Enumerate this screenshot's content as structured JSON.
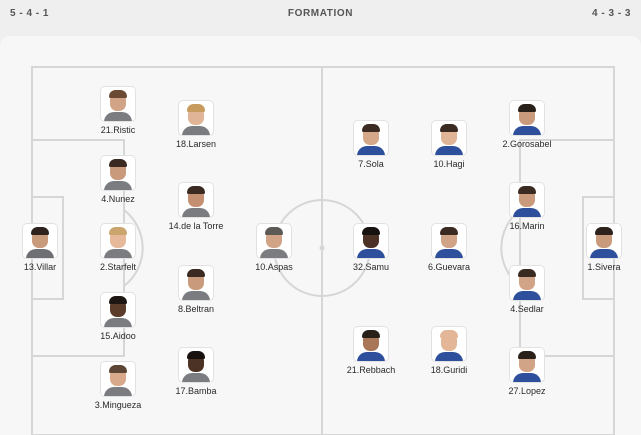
{
  "header": {
    "home_formation": "5 - 4 - 1",
    "title": "FORMATION",
    "away_formation": "4 - 3 - 3"
  },
  "home_players": [
    {
      "label": "21.Ristic",
      "skin": "#d2a487",
      "hair": "#6b4a34",
      "shirt": "#7a7c80"
    },
    {
      "label": "18.Larsen",
      "skin": "#e0b597",
      "hair": "#c79b5d",
      "shirt": "#7a7c80"
    },
    {
      "label": "4.Nunez",
      "skin": "#c99a7c",
      "hair": "#3a2a21",
      "shirt": "#7a7c80"
    },
    {
      "label": "14.de la Torre",
      "skin": "#c48f70",
      "hair": "#3b2a21",
      "shirt": "#7a7c80"
    },
    {
      "label": "13.Villar",
      "skin": "#c99a7c",
      "hair": "#2e231c",
      "shirt": "#6d6f73"
    },
    {
      "label": "2.Starfelt",
      "skin": "#e6b99a",
      "hair": "#caa56e",
      "shirt": "#7a7c80"
    },
    {
      "label": "10.Aspas",
      "skin": "#d2a487",
      "hair": "#5d5a55",
      "shirt": "#7a7c80"
    },
    {
      "label": "8.Beltran",
      "skin": "#c99a7c",
      "hair": "#3a2a21",
      "shirt": "#7a7c80"
    },
    {
      "label": "15.Aidoo",
      "skin": "#5b3c2b",
      "hair": "#1d1612",
      "shirt": "#7a7c80"
    },
    {
      "label": "3.Mingueza",
      "skin": "#d8a98a",
      "hair": "#5c4534",
      "shirt": "#7a7c80"
    },
    {
      "label": "17.Bamba",
      "skin": "#4c3225",
      "hair": "#171210",
      "shirt": "#7a7c80"
    }
  ],
  "away_players": [
    {
      "label": "7.Sola",
      "skin": "#d6a88a",
      "hair": "#3b2b22",
      "shirt": "#2d4f9c"
    },
    {
      "label": "10.Hagi",
      "skin": "#e0b597",
      "hair": "#3a2a21",
      "shirt": "#2d4f9c"
    },
    {
      "label": "2.Gorosabel",
      "skin": "#c99a7c",
      "hair": "#2a201a",
      "shirt": "#2d4f9c"
    },
    {
      "label": "16.Marin",
      "skin": "#c99a7c",
      "hair": "#3a2a21",
      "shirt": "#2d4f9c"
    },
    {
      "label": "32.Samu",
      "skin": "#4c3225",
      "hair": "#171210",
      "shirt": "#2d4f9c"
    },
    {
      "label": "6.Guevara",
      "skin": "#d2a487",
      "hair": "#3a2a21",
      "shirt": "#2d4f9c"
    },
    {
      "label": "1.Sivera",
      "skin": "#c99a7c",
      "hair": "#2e231c",
      "shirt": "#2d4f9c"
    },
    {
      "label": "4.Sedlar",
      "skin": "#d2a487",
      "hair": "#3a2a21",
      "shirt": "#2d4f9c"
    },
    {
      "label": "21.Rebbach",
      "skin": "#a97758",
      "hair": "#2a201a",
      "shirt": "#2d4f9c"
    },
    {
      "label": "18.Guridi",
      "skin": "#e3b697",
      "hair": "#e3b697",
      "shirt": "#2d4f9c"
    },
    {
      "label": "27.Lopez",
      "skin": "#d2a487",
      "hair": "#2a201a",
      "shirt": "#2d4f9c"
    }
  ]
}
